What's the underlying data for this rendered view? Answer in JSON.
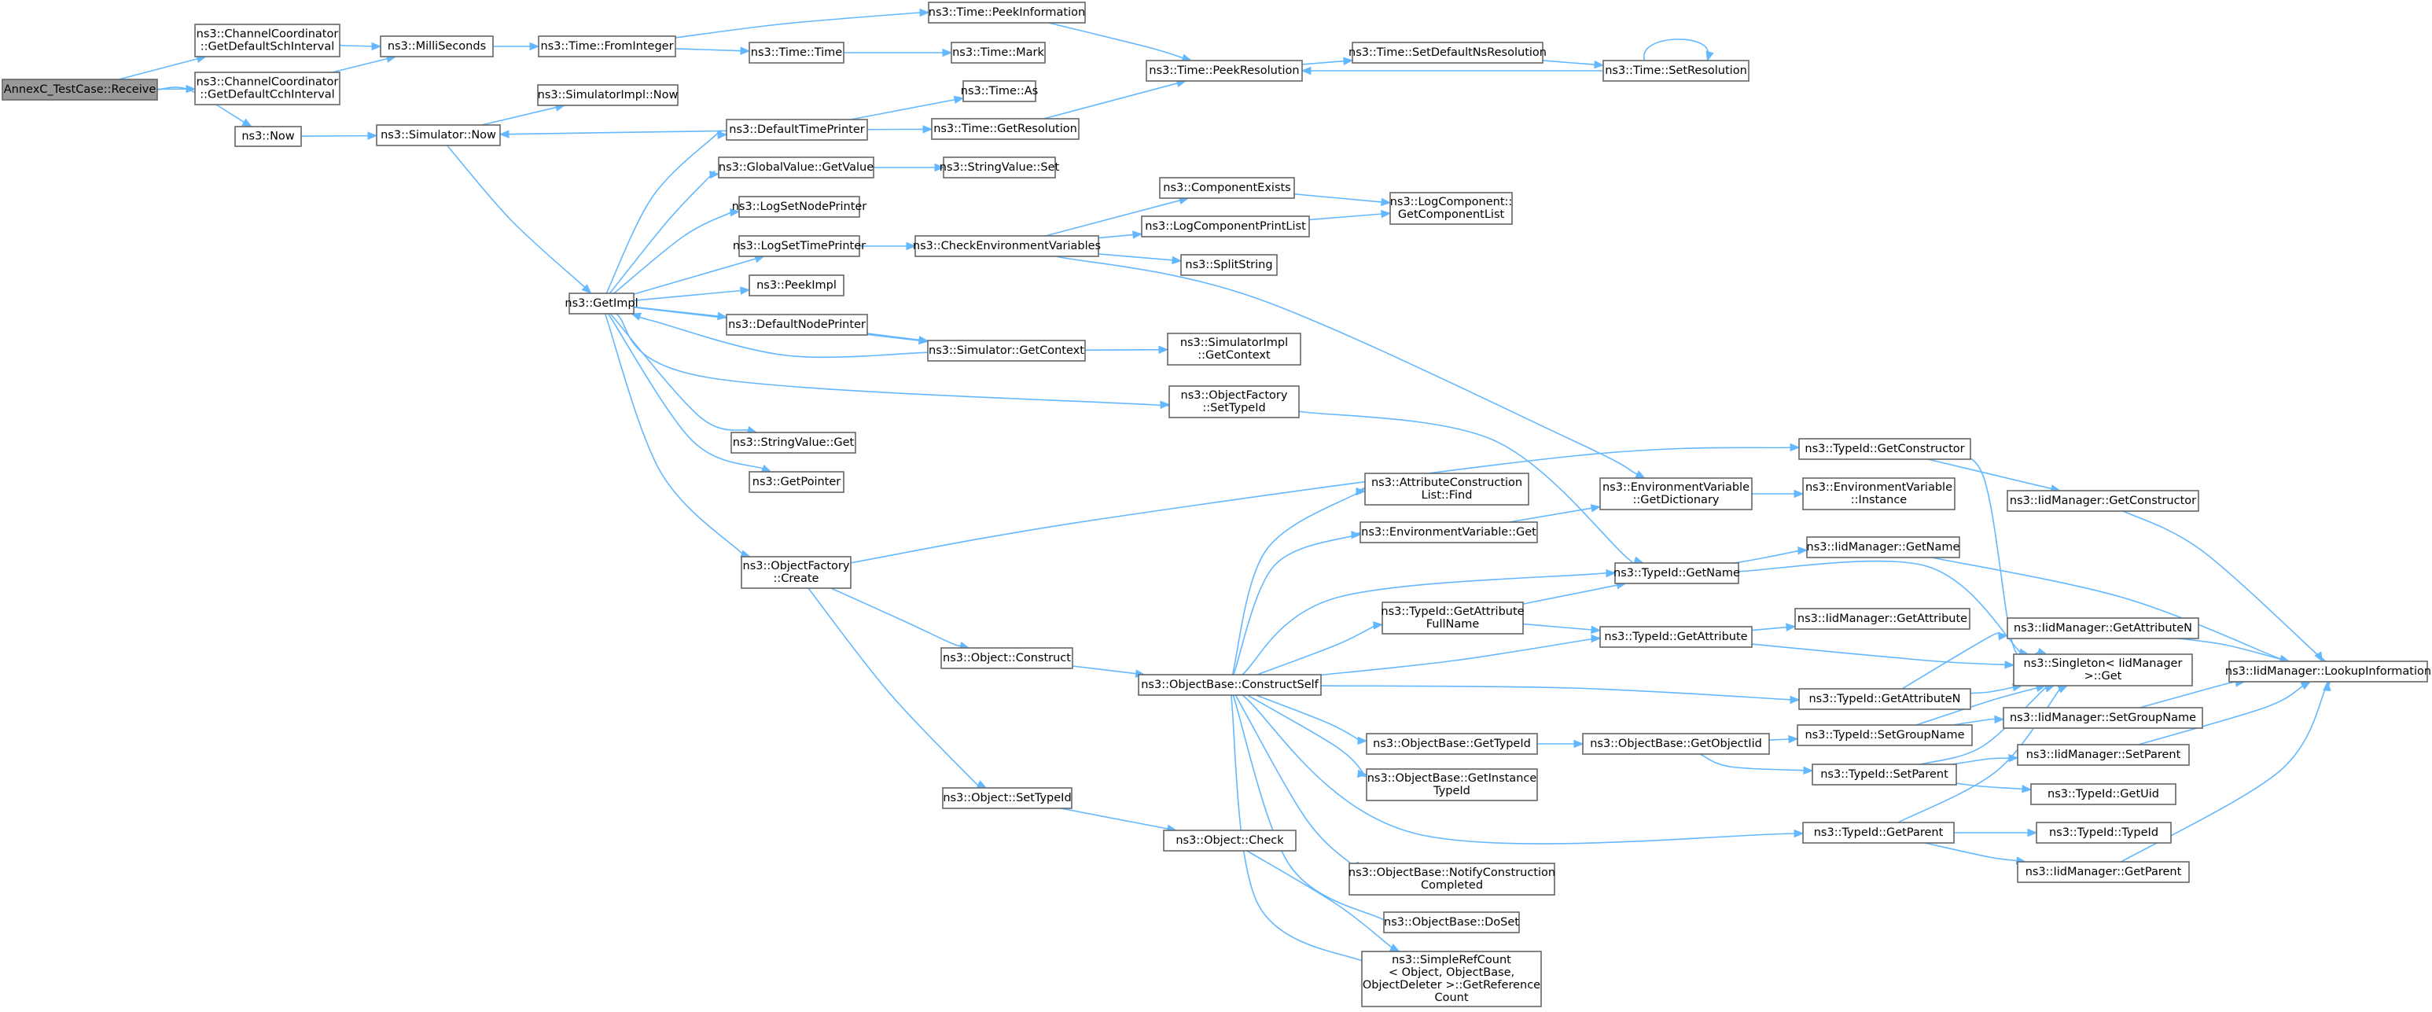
{
  "colors": {
    "edge": "#63b8ff",
    "node_border": "#666666",
    "root_fill": "#999999",
    "node_fill": "#ffffff"
  },
  "nodes": [
    {
      "id": "root",
      "lines": [
        "AnnexC_TestCase::Receive"
      ],
      "root": true
    },
    {
      "id": "cc_sch",
      "lines": [
        "ns3::ChannelCoordinator",
        "::GetDefaultSchInterval"
      ]
    },
    {
      "id": "cc_cch",
      "lines": [
        "ns3::ChannelCoordinator",
        "::GetDefaultCchInterval"
      ]
    },
    {
      "id": "now",
      "lines": [
        "ns3::Now"
      ]
    },
    {
      "id": "ms",
      "lines": [
        "ns3::MilliSeconds"
      ]
    },
    {
      "id": "fromint",
      "lines": [
        "ns3::Time::FromInteger"
      ]
    },
    {
      "id": "peekinfo",
      "lines": [
        "ns3::Time::PeekInformation"
      ]
    },
    {
      "id": "timetime",
      "lines": [
        "ns3::Time::Time"
      ]
    },
    {
      "id": "mark",
      "lines": [
        "ns3::Time::Mark"
      ]
    },
    {
      "id": "peekres",
      "lines": [
        "ns3::Time::PeekResolution"
      ]
    },
    {
      "id": "setdefns",
      "lines": [
        "ns3::Time::SetDefaultNsResolution"
      ]
    },
    {
      "id": "setres",
      "lines": [
        "ns3::Time::SetResolution"
      ]
    },
    {
      "id": "simimplnow",
      "lines": [
        "ns3::SimulatorImpl::Now"
      ]
    },
    {
      "id": "simnow",
      "lines": [
        "ns3::Simulator::Now"
      ]
    },
    {
      "id": "deftp",
      "lines": [
        "ns3::DefaultTimePrinter"
      ]
    },
    {
      "id": "timeas",
      "lines": [
        "ns3::Time::As"
      ]
    },
    {
      "id": "getres",
      "lines": [
        "ns3::Time::GetResolution"
      ]
    },
    {
      "id": "gvget",
      "lines": [
        "ns3::GlobalValue::GetValue"
      ]
    },
    {
      "id": "svset",
      "lines": [
        "ns3::StringValue::Set"
      ]
    },
    {
      "id": "lognp",
      "lines": [
        "ns3::LogSetNodePrinter"
      ]
    },
    {
      "id": "logtp",
      "lines": [
        "ns3::LogSetTimePrinter"
      ]
    },
    {
      "id": "checkenv",
      "lines": [
        "ns3::CheckEnvironmentVariables"
      ]
    },
    {
      "id": "compexists",
      "lines": [
        "ns3::ComponentExists"
      ]
    },
    {
      "id": "logcpl",
      "lines": [
        "ns3::LogComponentPrintList"
      ]
    },
    {
      "id": "getcomplist",
      "lines": [
        "ns3::LogComponent::",
        "GetComponentList"
      ]
    },
    {
      "id": "splitstr",
      "lines": [
        "ns3::SplitString"
      ]
    },
    {
      "id": "getimpl",
      "lines": [
        "ns3::GetImpl"
      ]
    },
    {
      "id": "peekimpl",
      "lines": [
        "ns3::PeekImpl"
      ]
    },
    {
      "id": "defnp",
      "lines": [
        "ns3::DefaultNodePrinter"
      ]
    },
    {
      "id": "simgetctx",
      "lines": [
        "ns3::Simulator::GetContext"
      ]
    },
    {
      "id": "simimplgetctx",
      "lines": [
        "ns3::SimulatorImpl",
        "::GetContext"
      ]
    },
    {
      "id": "ofsettid",
      "lines": [
        "ns3::ObjectFactory",
        "::SetTypeId"
      ]
    },
    {
      "id": "svget",
      "lines": [
        "ns3::StringValue::Get"
      ]
    },
    {
      "id": "getptr",
      "lines": [
        "ns3::GetPointer"
      ]
    },
    {
      "id": "tidgetctor",
      "lines": [
        "ns3::TypeId::GetConstructor"
      ]
    },
    {
      "id": "attrcl",
      "lines": [
        "ns3::AttributeConstruction",
        "List::Find"
      ]
    },
    {
      "id": "envgetdict",
      "lines": [
        "ns3::EnvironmentVariable",
        "::GetDictionary"
      ]
    },
    {
      "id": "envinst",
      "lines": [
        "ns3::EnvironmentVariable",
        "::Instance"
      ]
    },
    {
      "id": "iidgetctor",
      "lines": [
        "ns3::IidManager::GetConstructor"
      ]
    },
    {
      "id": "envget",
      "lines": [
        "ns3::EnvironmentVariable::Get"
      ]
    },
    {
      "id": "ofcreate",
      "lines": [
        "ns3::ObjectFactory",
        "::Create"
      ]
    },
    {
      "id": "tidgetname",
      "lines": [
        "ns3::TypeId::GetName"
      ]
    },
    {
      "id": "iidgetname",
      "lines": [
        "ns3::IidManager::GetName"
      ]
    },
    {
      "id": "tidgafn",
      "lines": [
        "ns3::TypeId::GetAttribute",
        "FullName"
      ]
    },
    {
      "id": "tidgetattr",
      "lines": [
        "ns3::TypeId::GetAttribute"
      ]
    },
    {
      "id": "iidgetattr",
      "lines": [
        "ns3::IidManager::GetAttribute"
      ]
    },
    {
      "id": "iidgetattrn",
      "lines": [
        "ns3::IidManager::GetAttributeN"
      ]
    },
    {
      "id": "objconstruct",
      "lines": [
        "ns3::Object::Construct"
      ]
    },
    {
      "id": "singleton",
      "lines": [
        "ns3::Singleton< IidManager",
        " >::Get"
      ]
    },
    {
      "id": "iidlookup",
      "lines": [
        "ns3::IidManager::LookupInformation"
      ]
    },
    {
      "id": "obconstructself",
      "lines": [
        "ns3::ObjectBase::ConstructSelf"
      ]
    },
    {
      "id": "tidgetattrn",
      "lines": [
        "ns3::TypeId::GetAttributeN"
      ]
    },
    {
      "id": "iidsetgn",
      "lines": [
        "ns3::IidManager::SetGroupName"
      ]
    },
    {
      "id": "obgettid",
      "lines": [
        "ns3::ObjectBase::GetTypeId"
      ]
    },
    {
      "id": "obgetoiid",
      "lines": [
        "ns3::ObjectBase::GetObjectIid"
      ]
    },
    {
      "id": "tidsetgn",
      "lines": [
        "ns3::TypeId::SetGroupName"
      ]
    },
    {
      "id": "iidsetparent",
      "lines": [
        "ns3::IidManager::SetParent"
      ]
    },
    {
      "id": "tidsetparent",
      "lines": [
        "ns3::TypeId::SetParent"
      ]
    },
    {
      "id": "obgetinsttid",
      "lines": [
        "ns3::ObjectBase::GetInstance",
        "TypeId"
      ]
    },
    {
      "id": "tidgetuid",
      "lines": [
        "ns3::TypeId::GetUid"
      ]
    },
    {
      "id": "objsettid",
      "lines": [
        "ns3::Object::SetTypeId"
      ]
    },
    {
      "id": "objcheck",
      "lines": [
        "ns3::Object::Check"
      ]
    },
    {
      "id": "tidgetparent",
      "lines": [
        "ns3::TypeId::GetParent"
      ]
    },
    {
      "id": "tidtid",
      "lines": [
        "ns3::TypeId::TypeId"
      ]
    },
    {
      "id": "obnotify",
      "lines": [
        "ns3::ObjectBase::NotifyConstruction",
        "Completed"
      ]
    },
    {
      "id": "iidgetparent",
      "lines": [
        "ns3::IidManager::GetParent"
      ]
    },
    {
      "id": "obdoset",
      "lines": [
        "ns3::ObjectBase::DoSet"
      ]
    },
    {
      "id": "srcgetref",
      "lines": [
        "ns3::SimpleRefCount",
        "< Object, ObjectBase,",
        " ObjectDeleter >::GetReference",
        "Count"
      ]
    }
  ],
  "edges": [
    [
      "root",
      "cc_sch"
    ],
    [
      "root",
      "cc_cch"
    ],
    [
      "root",
      "now"
    ],
    [
      "cc_sch",
      "ms"
    ],
    [
      "cc_cch",
      "ms"
    ],
    [
      "ms",
      "fromint"
    ],
    [
      "fromint",
      "peekinfo"
    ],
    [
      "fromint",
      "timetime"
    ],
    [
      "timetime",
      "mark"
    ],
    [
      "peekinfo",
      "peekres"
    ],
    [
      "peekres",
      "setdefns"
    ],
    [
      "setdefns",
      "setres"
    ],
    [
      "setres",
      "peekres"
    ],
    [
      "setres",
      "setres"
    ],
    [
      "now",
      "simnow"
    ],
    [
      "simnow",
      "simimplnow"
    ],
    [
      "simnow",
      "getimpl"
    ],
    [
      "deftp",
      "simnow"
    ],
    [
      "deftp",
      "timeas"
    ],
    [
      "deftp",
      "getres"
    ],
    [
      "getres",
      "peekres"
    ],
    [
      "getimpl",
      "deftp"
    ],
    [
      "getimpl",
      "gvget"
    ],
    [
      "getimpl",
      "lognp"
    ],
    [
      "getimpl",
      "logtp"
    ],
    [
      "getimpl",
      "peekimpl"
    ],
    [
      "getimpl",
      "defnp"
    ],
    [
      "getimpl",
      "simgetctx"
    ],
    [
      "getimpl",
      "ofsettid"
    ],
    [
      "getimpl",
      "svget"
    ],
    [
      "getimpl",
      "getptr"
    ],
    [
      "getimpl",
      "ofcreate"
    ],
    [
      "gvget",
      "svset"
    ],
    [
      "logtp",
      "checkenv"
    ],
    [
      "checkenv",
      "compexists"
    ],
    [
      "checkenv",
      "logcpl"
    ],
    [
      "checkenv",
      "splitstr"
    ],
    [
      "checkenv",
      "envgetdict"
    ],
    [
      "compexists",
      "getcomplist"
    ],
    [
      "logcpl",
      "getcomplist"
    ],
    [
      "defnp",
      "simgetctx"
    ],
    [
      "simgetctx",
      "getimpl"
    ],
    [
      "simgetctx",
      "simimplgetctx"
    ],
    [
      "ofsettid",
      "tidgetname"
    ],
    [
      "ofcreate",
      "tidgetctor"
    ],
    [
      "ofcreate",
      "objconstruct"
    ],
    [
      "ofcreate",
      "objsettid"
    ],
    [
      "envgetdict",
      "envinst"
    ],
    [
      "tidgetctor",
      "iidgetctor"
    ],
    [
      "tidgetctor",
      "singleton"
    ],
    [
      "iidgetctor",
      "iidlookup"
    ],
    [
      "envget",
      "envgetdict"
    ],
    [
      "tidgetname",
      "iidgetname"
    ],
    [
      "tidgetname",
      "singleton"
    ],
    [
      "iidgetname",
      "iidlookup"
    ],
    [
      "tidgafn",
      "tidgetname"
    ],
    [
      "tidgafn",
      "tidgetattr"
    ],
    [
      "tidgetattr",
      "iidgetattr"
    ],
    [
      "tidgetattr",
      "singleton"
    ],
    [
      "objconstruct",
      "obconstructself"
    ],
    [
      "obconstructself",
      "attrcl"
    ],
    [
      "obconstructself",
      "envget"
    ],
    [
      "obconstructself",
      "tidgetname"
    ],
    [
      "obconstructself",
      "tidgafn"
    ],
    [
      "obconstructself",
      "tidgetattr"
    ],
    [
      "obconstructself",
      "tidgetattrn"
    ],
    [
      "obconstructself",
      "obgettid"
    ],
    [
      "obconstructself",
      "obgetinsttid"
    ],
    [
      "obconstructself",
      "tidgetparent"
    ],
    [
      "obconstructself",
      "obnotify"
    ],
    [
      "obconstructself",
      "obdoset"
    ],
    [
      "obconstructself",
      "srcgetref"
    ],
    [
      "tidgetattrn",
      "iidgetattrn"
    ],
    [
      "tidgetattrn",
      "singleton"
    ],
    [
      "iidgetattrn",
      "iidlookup"
    ],
    [
      "obgettid",
      "obgetoiid"
    ],
    [
      "obgetoiid",
      "tidsetgn"
    ],
    [
      "obgetoiid",
      "tidsetparent"
    ],
    [
      "tidsetgn",
      "iidsetgn"
    ],
    [
      "tidsetgn",
      "singleton"
    ],
    [
      "iidsetgn",
      "iidlookup"
    ],
    [
      "tidsetparent",
      "iidsetparent"
    ],
    [
      "tidsetparent",
      "tidgetuid"
    ],
    [
      "tidsetparent",
      "singleton"
    ],
    [
      "iidsetparent",
      "iidlookup"
    ],
    [
      "objsettid",
      "objcheck"
    ],
    [
      "objcheck",
      "srcgetref"
    ],
    [
      "tidgetparent",
      "tidtid"
    ],
    [
      "tidgetparent",
      "iidgetparent"
    ],
    [
      "tidgetparent",
      "singleton"
    ],
    [
      "iidgetparent",
      "iidlookup"
    ]
  ]
}
